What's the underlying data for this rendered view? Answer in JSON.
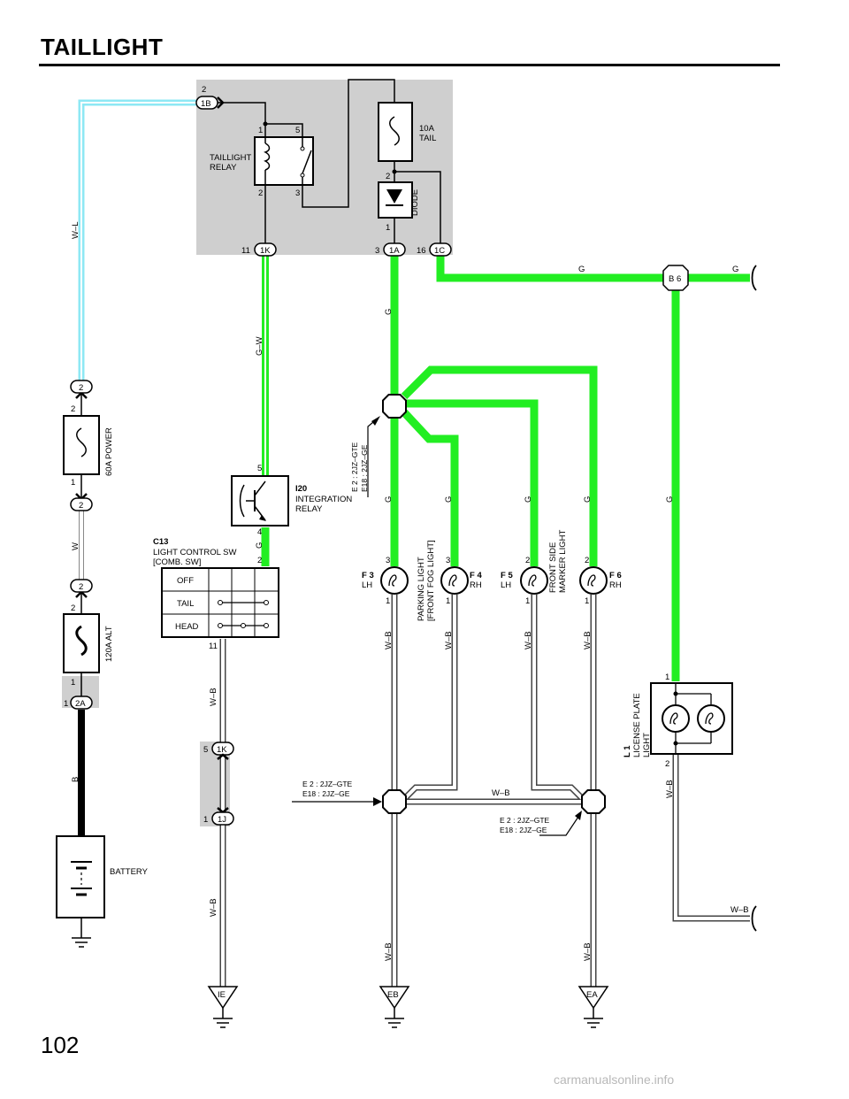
{
  "page": {
    "title": "TAILLIGHT",
    "page_number": "102",
    "watermark": "carmanualsonline.info"
  },
  "colors": {
    "green_wire": "#22ee22",
    "light_blue_wire": "#8ee8f4",
    "black_wire": "#000000",
    "shade": "#cfcfcf"
  },
  "components": {
    "taillight_relay": {
      "label1": "TAILLIGHT",
      "label2": "RELAY",
      "pins": [
        "1",
        "5",
        "2",
        "3"
      ]
    },
    "fuse_tail": {
      "label1": "10A",
      "label2": "TAIL"
    },
    "diode": {
      "label": "DIODE"
    },
    "fuse_60a": {
      "label": "60A POWER"
    },
    "fuse_120a": {
      "label": "120A ALT"
    },
    "battery": {
      "label": "BATTERY"
    },
    "integration_relay": {
      "code": "I20",
      "label1": "INTEGRATION",
      "label2": "RELAY"
    },
    "light_control_sw": {
      "code": "C13",
      "label1": "LIGHT CONTROL SW",
      "label2": "[COMB.  SW]",
      "positions": [
        "OFF",
        "TAIL",
        "HEAD"
      ]
    },
    "f3": {
      "code": "F 3",
      "side": "LH"
    },
    "f4": {
      "code": "F 4",
      "side": "RH"
    },
    "f5": {
      "code": "F 5",
      "side": "LH"
    },
    "f6": {
      "code": "F 6",
      "side": "RH"
    },
    "parking_light": {
      "label1": "PARKING LIGHT",
      "label2": "[FRONT FOG LIGHT]"
    },
    "front_side_marker": {
      "label1": "FRONT SIDE",
      "label2": "MARKER LIGHT"
    },
    "license_plate": {
      "code": "L 1",
      "label1": "LICENSE PLATE",
      "label2": "LIGHT"
    }
  },
  "connectors": {
    "c1B": "1B",
    "c1K": "1K",
    "c1A": "1A",
    "c1C": "1C",
    "c2": "2",
    "c2A": "2A",
    "c1J": "1J",
    "b6": "B 6"
  },
  "grounds": {
    "ie": "IE",
    "eb": "EB",
    "ea": "EA"
  },
  "wire_colors": {
    "wl": "W–L",
    "w": "W",
    "b": "B",
    "gw": "G–W",
    "g": "G",
    "wb": "W–B"
  },
  "splice_notes": {
    "line1": "E 2 : 2JZ–GTE",
    "line2": "E18 : 2JZ–GE"
  },
  "pin_numbers": {
    "p1": "1",
    "p2": "2",
    "p3": "3",
    "p4": "4",
    "p5": "5",
    "p11": "11",
    "p16": "16"
  }
}
